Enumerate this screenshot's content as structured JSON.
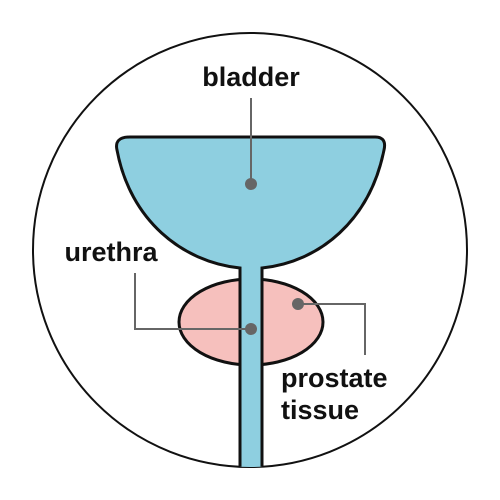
{
  "diagram": {
    "labels": {
      "bladder": "bladder",
      "urethra": "urethra",
      "prostate_line1": "prostate",
      "prostate_line2": "tissue"
    },
    "colors": {
      "bladder_fill": "#8ecfe0",
      "prostate_fill": "#f6c0bd",
      "outline": "#111111",
      "leader_line": "#666666",
      "leader_dot": "#666666"
    }
  }
}
